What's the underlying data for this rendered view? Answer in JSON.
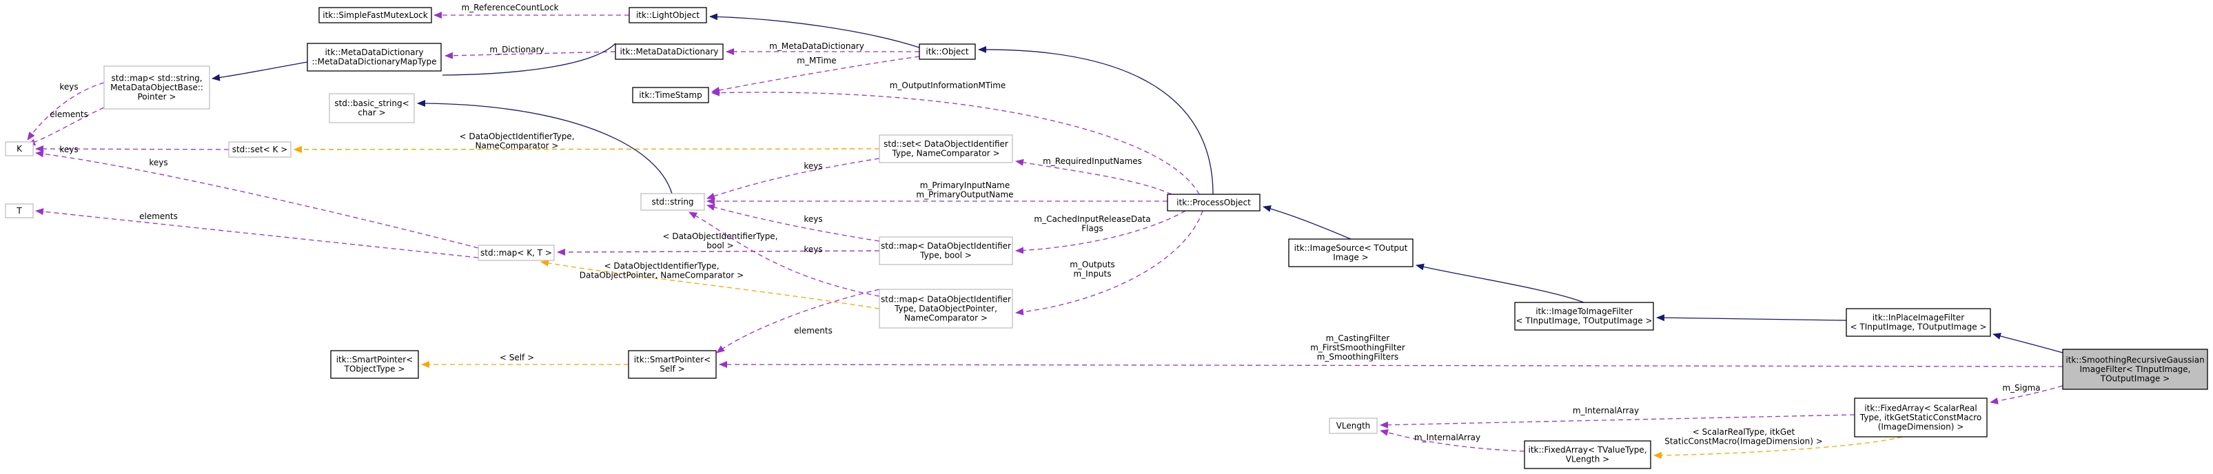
{
  "colors": {
    "inheritance": "#191970",
    "usage": "#9a32cd",
    "template": "#ffa500",
    "focus_fill": "#bfbfbf",
    "gray_border": "#bfbfbf"
  },
  "nodes": {
    "simple_fast_mutex_lock": [
      "itk::SimpleFastMutexLock"
    ],
    "light_object": [
      "itk::LightObject"
    ],
    "meta_data_dictionary_map_type": [
      "itk::MetaDataDictionary",
      "::MetaDataDictionaryMapType"
    ],
    "meta_data_dictionary": [
      "itk::MetaDataDictionary"
    ],
    "itk_object": [
      "itk::Object"
    ],
    "map_string_metadata": [
      "std::map< std::string,",
      "MetaDataObjectBase::",
      "Pointer >"
    ],
    "time_stamp": [
      "itk::TimeStamp"
    ],
    "basic_string": [
      "std::basic_string<",
      "char >"
    ],
    "k": [
      "K"
    ],
    "set_k": [
      "std::set< K >"
    ],
    "set_data_object_identifier": [
      "std::set< DataObjectIdentifier",
      "Type, NameComparator >"
    ],
    "std_string": [
      "std::string"
    ],
    "process_object": [
      "itk::ProcessObject"
    ],
    "t": [
      "T"
    ],
    "map_k_t": [
      "std::map< K, T >"
    ],
    "map_identifier_bool": [
      "std::map< DataObjectIdentifier",
      "Type, bool >"
    ],
    "image_source": [
      "itk::ImageSource< TOutput",
      "Image >"
    ],
    "map_identifier_pointer": [
      "std::map< DataObjectIdentifier",
      "Type, DataObjectPointer,",
      "NameComparator >"
    ],
    "image_to_image_filter": [
      "itk::ImageToImageFilter",
      "< TInputImage, TOutputImage >"
    ],
    "in_place_image_filter": [
      "itk::InPlaceImageFilter",
      "< TInputImage, TOutputImage >"
    ],
    "smart_pointer_tobject": [
      "itk::SmartPointer<",
      "TObjectType >"
    ],
    "smart_pointer_self": [
      "itk::SmartPointer<",
      "Self >"
    ],
    "smoothing_filter": [
      "itk::SmoothingRecursiveGaussian",
      "ImageFilter< TInputImage,",
      "TOutputImage >"
    ],
    "fixed_array_scalar": [
      "itk::FixedArray< ScalarReal",
      "Type, itkGetStaticConstMacro",
      "(ImageDimension) >"
    ],
    "vlength": [
      "VLength"
    ],
    "fixed_array_tvalue": [
      "itk::FixedArray< TValueType,",
      "VLength >"
    ]
  },
  "edges": {
    "reference_count_lock": [
      "m_ReferenceCountLock"
    ],
    "dictionary": [
      "m_Dictionary"
    ],
    "meta_data_dictionary": [
      "m_MetaDataDictionary"
    ],
    "mtime": [
      "m_MTime"
    ],
    "elements": [
      "elements"
    ],
    "keys": [
      "keys"
    ],
    "set_template": [
      "< DataObjectIdentifierType,",
      "NameComparator >"
    ],
    "output_information_mtime": [
      "m_OutputInformationMTime"
    ],
    "required_input_names": [
      "m_RequiredInputNames"
    ],
    "primary_names": [
      "m_PrimaryInputName",
      "m_PrimaryOutputName"
    ],
    "cached_input_release": [
      "m_CachedInputReleaseData",
      "Flags"
    ],
    "bool_template": [
      "< DataObjectIdentifierType,",
      "bool >"
    ],
    "pointer_template": [
      "< DataObjectIdentifierType,",
      "DataObjectPointer, NameComparator >"
    ],
    "outputs_inputs": [
      "m_Outputs",
      "m_Inputs"
    ],
    "self_template": [
      "< Self >"
    ],
    "smoothing_filters": [
      "m_CastingFilter",
      "m_FirstSmoothingFilter",
      "m_SmoothingFilters"
    ],
    "sigma": [
      "m_Sigma"
    ],
    "internal_array": [
      "m_InternalArray"
    ],
    "fixed_array_template": [
      "< ScalarRealType, itkGet",
      "StaticConstMacro(ImageDimension) >"
    ]
  }
}
